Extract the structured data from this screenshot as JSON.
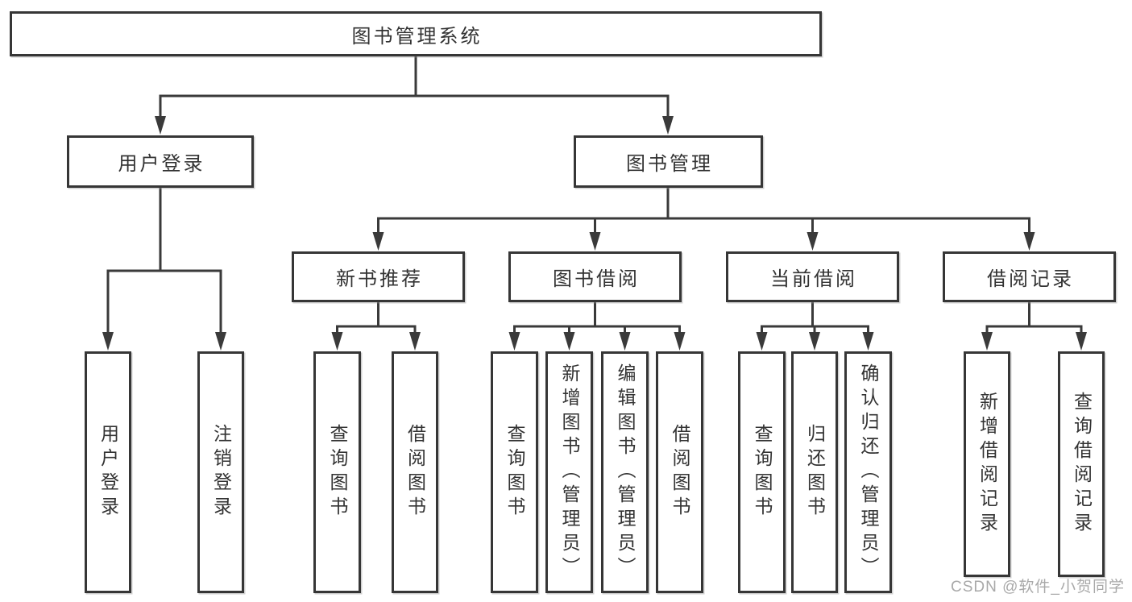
{
  "colors": {
    "box_border": "#363636",
    "connector_line": "#3a3a3a",
    "text": "#333333",
    "watermark_text": "#a9a9a9",
    "background": "#ffffff"
  },
  "tree": {
    "label": "图书管理系统",
    "children": [
      {
        "label": "用户登录",
        "children": [
          {
            "label": "用户登录"
          },
          {
            "label": "注销登录"
          }
        ]
      },
      {
        "label": "图书管理",
        "children": [
          {
            "label": "新书推荐",
            "children": [
              {
                "label": "查询图书"
              },
              {
                "label": "借阅图书"
              }
            ]
          },
          {
            "label": "图书借阅",
            "children": [
              {
                "label": "查询图书"
              },
              {
                "label": "新增图书（管理员）"
              },
              {
                "label": "编辑图书（管理员）"
              },
              {
                "label": "借阅图书"
              }
            ]
          },
          {
            "label": "当前借阅",
            "children": [
              {
                "label": "查询图书"
              },
              {
                "label": "归还图书"
              },
              {
                "label": "确认归还（管理员）"
              }
            ]
          },
          {
            "label": "借阅记录",
            "children": [
              {
                "label": "新增借阅记录"
              },
              {
                "label": "查询借阅记录"
              }
            ]
          }
        ]
      }
    ]
  },
  "watermark": {
    "text": "CSDN @软件_小贺同学"
  }
}
